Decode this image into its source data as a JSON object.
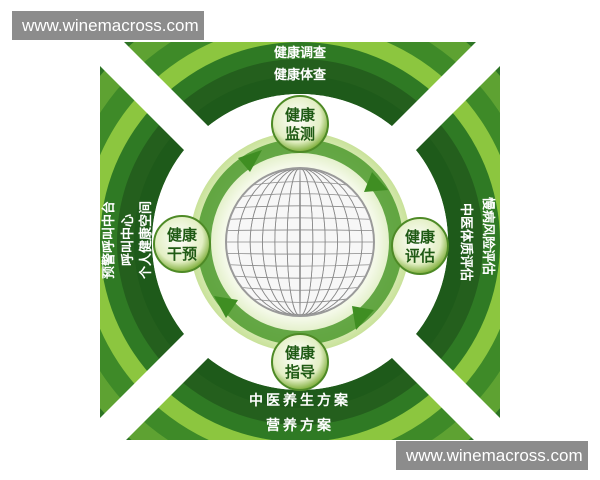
{
  "watermark": {
    "top": "www.winemacross.com",
    "bottom": "www.winemacross.com"
  },
  "outer_ring": {
    "top": [
      "健康调查",
      "健康体查"
    ],
    "right": [
      "慢病风险评估",
      "中医体质评估"
    ],
    "bottom": [
      "中医养生方案",
      "营养方案"
    ],
    "left": [
      "预警呼叫中台",
      "呼叫中心",
      "个人健康空间"
    ]
  },
  "cycle_nodes": [
    {
      "key": "monitor",
      "line1": "健康",
      "line2": "监测"
    },
    {
      "key": "evaluate",
      "line1": "健康",
      "line2": "评估"
    },
    {
      "key": "guide",
      "line1": "健康",
      "line2": "指导"
    },
    {
      "key": "intervene",
      "line1": "健康",
      "line2": "干预"
    }
  ],
  "colors": {
    "dark_green": "#1e5a1a",
    "mid_green": "#3b8a26",
    "light_green": "#8cc63f",
    "node_fill": "#e9f2cf",
    "arrow": "#4e9a2e"
  }
}
